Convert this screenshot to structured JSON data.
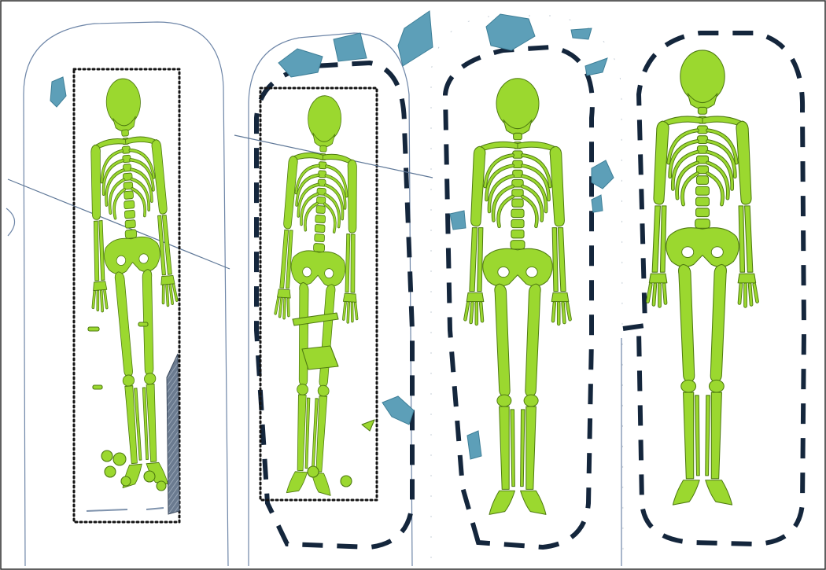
{
  "figure": {
    "panel_count": 4,
    "colors": {
      "bone": "#9bd82f",
      "bone_outline": "#4e7a10",
      "stone": "#5d9fb8",
      "pit_dashes": "#14263c",
      "grave_outline": "#6e86a8",
      "coffin_dots": "#141414",
      "wood_plank": "#5f6f86"
    },
    "panels": [
      {
        "id": "panel-1",
        "icon": "grave-outline-icon",
        "features": [
          "rectangular-dotted-coffin",
          "crossing-section-line",
          "wood-plank",
          "stone"
        ]
      },
      {
        "id": "panel-2",
        "icon": "grave-outline-icon",
        "features": [
          "rectangular-dotted-coffin",
          "dashed-pit-outline",
          "crossing-section-line",
          "stones"
        ]
      },
      {
        "id": "panel-3",
        "icon": "pit-outline-icon",
        "features": [
          "dashed-pit-outline",
          "stones"
        ]
      },
      {
        "id": "panel-4",
        "icon": "pit-outline-icon",
        "features": [
          "dashed-pit-outline"
        ]
      }
    ]
  }
}
